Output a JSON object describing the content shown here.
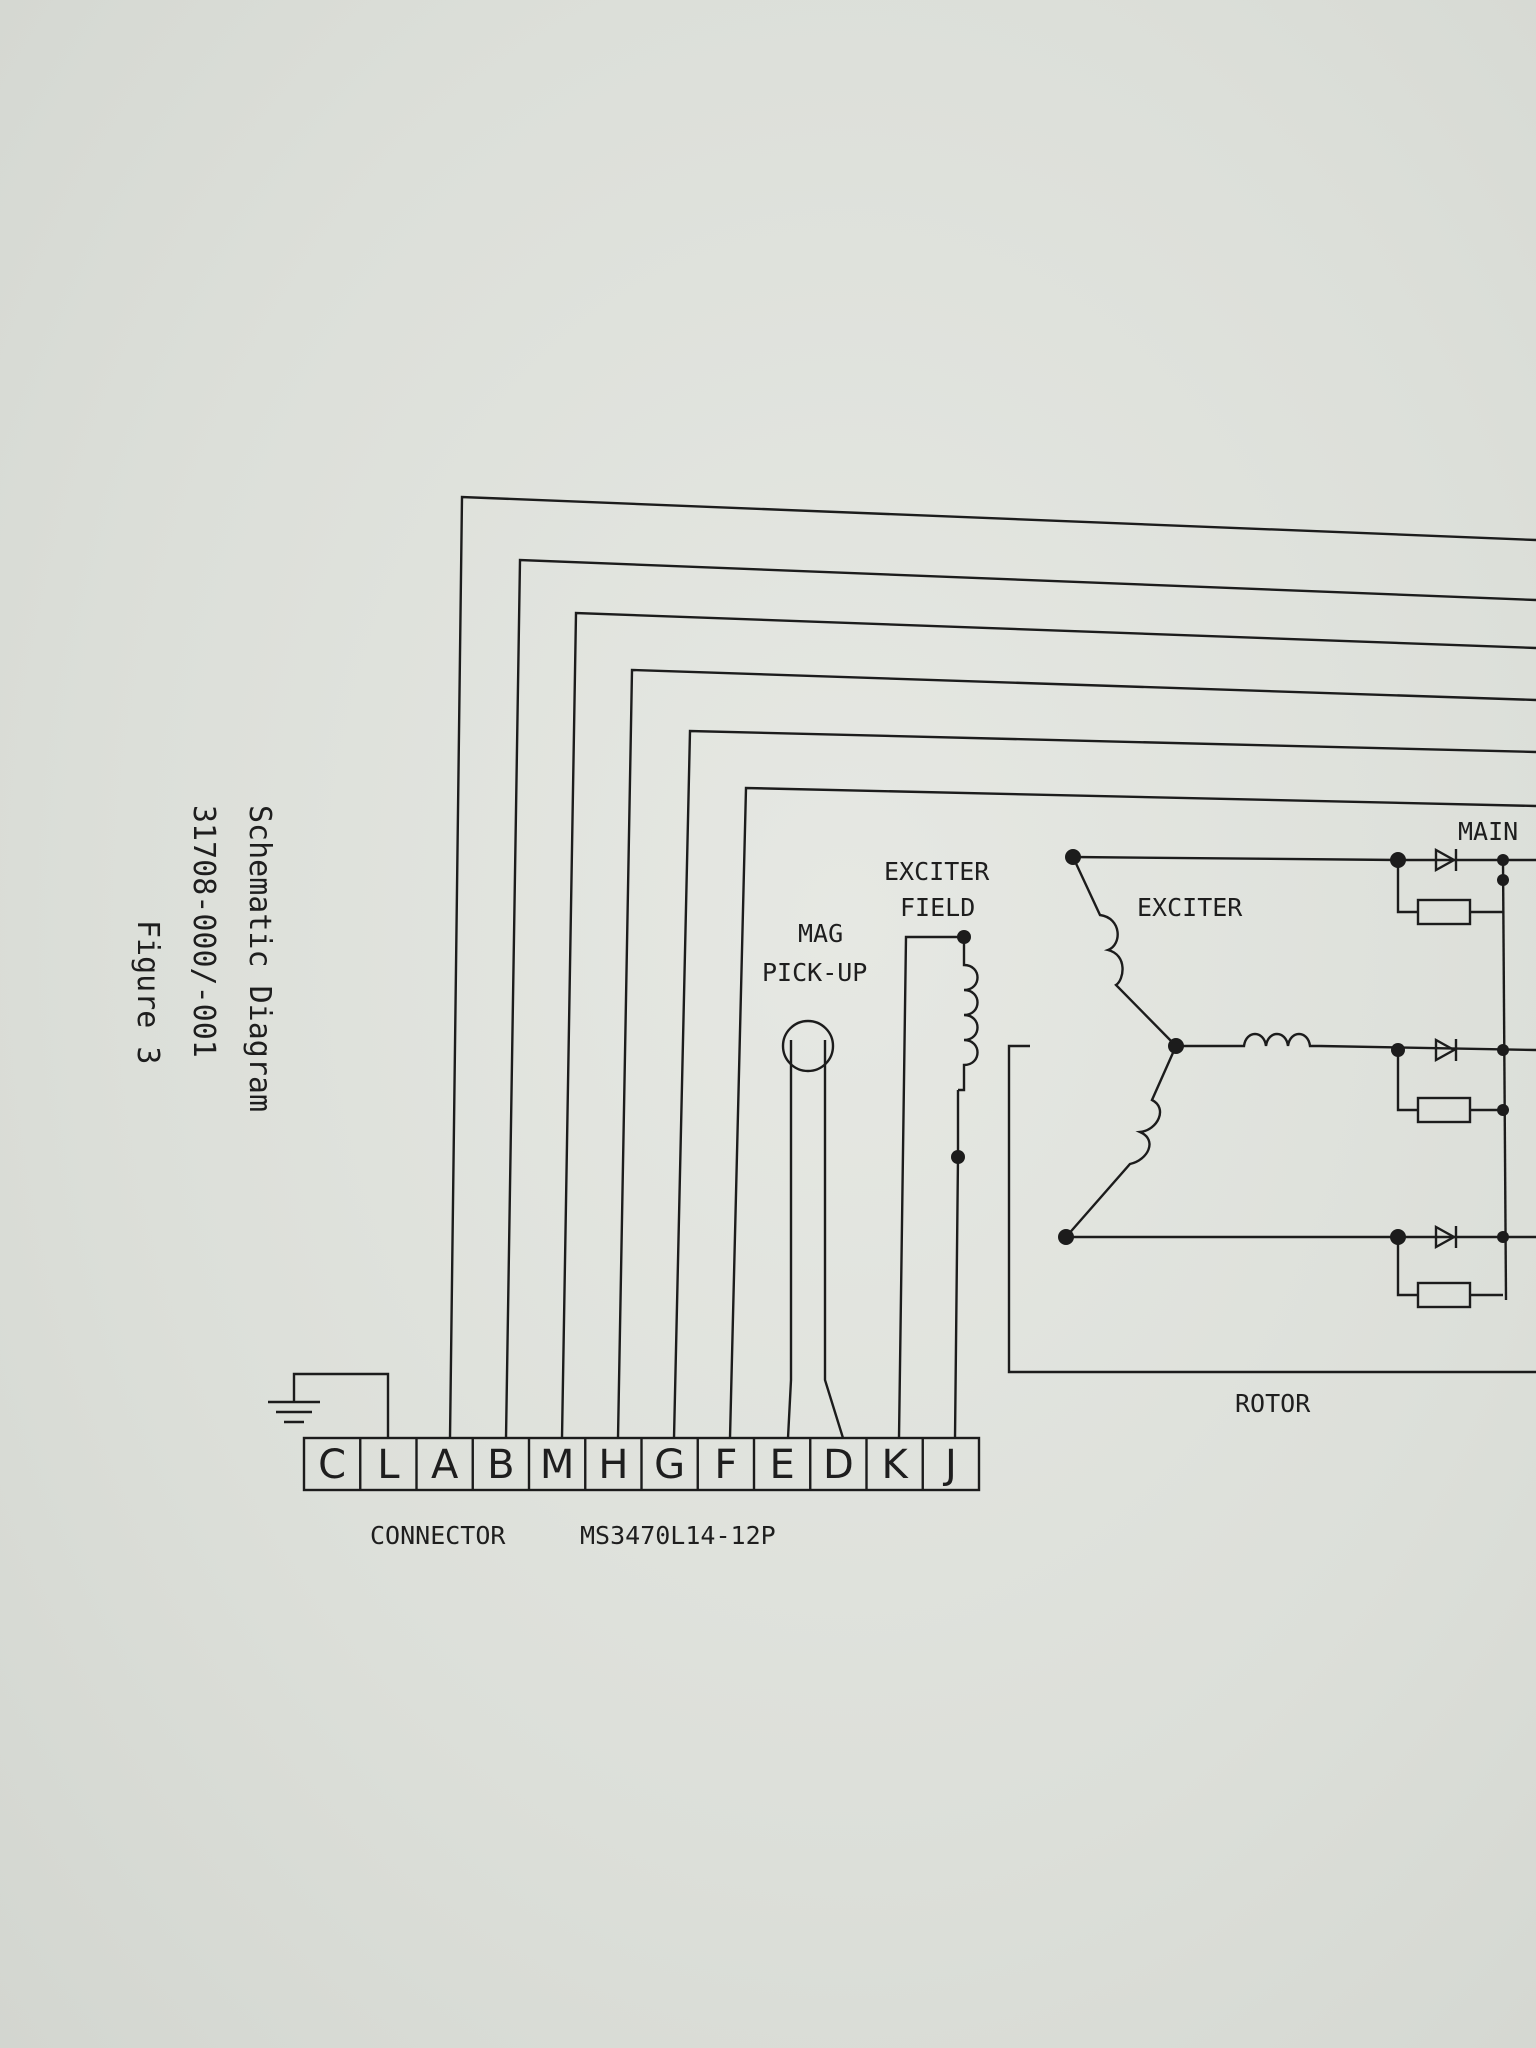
{
  "figure": {
    "title": "Schematic Diagram",
    "part_number": "31708-000/-001",
    "figure_label": "Figure 3"
  },
  "connector": {
    "label": "CONNECTOR",
    "part": "MS3470L14-12P",
    "pins": [
      "C",
      "L",
      "A",
      "B",
      "M",
      "H",
      "G",
      "F",
      "E",
      "D",
      "K",
      "J"
    ]
  },
  "components": {
    "exciter_field": [
      "EXCITER",
      "FIELD"
    ],
    "mag_pickup": [
      "MAG",
      "PICK-UP"
    ],
    "exciter": "EXCITER",
    "main": "MAIN",
    "rotor": "ROTOR"
  }
}
